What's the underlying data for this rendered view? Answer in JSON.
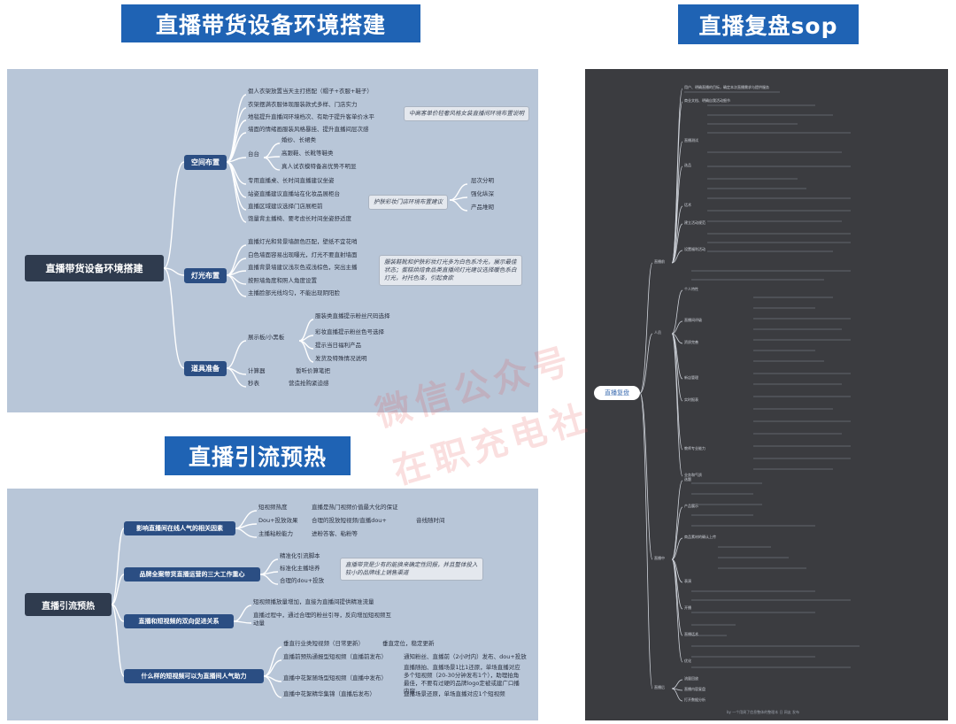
{
  "banners": {
    "setup": "直播带货设备环境搭建",
    "review": "直播复盘sop",
    "traffic": "直播引流预热"
  },
  "setup_map": {
    "root": "直播带货设备环境搭建",
    "branches": [
      {
        "label": "空间布置",
        "items": [
          "假人衣架放置当天主打搭配（帽子+衣服+鞋子）",
          "衣架摆满衣服体现服装款式多样、门店实力",
          "地毯提升直播间环境档次、有助于提升客单价水平",
          "墙面的情绪画服装风格暴挂、提升直播间层次感",
          "台台",
          "专用直播桌、长时间直播建议坐姿",
          "站姿直播建议直播站在化妆品展柜台",
          "直播区域建议选择门店展柜前",
          "饱量背主播椅、要考虑长时间坐姿舒适度"
        ],
        "sub": [
          "婚纱、长裙类",
          "高跟鞋、长靴等鞋类",
          "真人试衣模特备高优势不明显"
        ],
        "notes": [
          "中高客单价轻奢风格女装直播间环境布置说明",
          "护肤彩妆门店环境布置建议"
        ],
        "extra": [
          "层次分明",
          "强化纵深",
          "产品堆砌"
        ]
      },
      {
        "label": "灯光布置",
        "items": [
          "直播灯光和背景墙颜色匹配，壁纸不宜花哨",
          "白色墙面容易出现曝光，灯光不要直射墙面",
          "直播背景墙建议浅灰色或浅棕色，突出主播",
          "按照墙角度和照人角度设置",
          "主播脸部光线均匀，不能出现阴阳脸"
        ],
        "note": "服装鞋靴和护肤彩妆灯光多为白色系冷光，展示最佳状态；蛋糕烘焙食品类直播间灯光建议选择暖色系白灯光，衬托色泽，引起食欲"
      },
      {
        "label": "道具准备",
        "items": [
          "展示板/小黑板",
          "计算器",
          "秒表"
        ],
        "sub": [
          "服装类直播提示粉丝尺码选择",
          "彩妆直播提示粉丝色号选择",
          "提示当日福利产品",
          "发货及特殊情况说明"
        ],
        "side": [
          "暂听价算笔把",
          "营造抢购紧迫感"
        ]
      }
    ]
  },
  "traffic_map": {
    "root": "直播引流预热",
    "branches": [
      {
        "label": "影响直播间在线人气的相关因素",
        "items": [
          "短视频热度",
          "Dou+投放效果",
          "主播粘粉能力"
        ],
        "right": [
          "直播是热门视频价值最大化的保证",
          "合理的投放短视频/直播dou+",
          "进粉答客、粘粉等"
        ],
        "far": "音线随时间"
      },
      {
        "label": "品牌全案带货直播运营的三大工作重心",
        "items": [
          "精准化引流脚本",
          "标准化主播培养",
          "合理的dou+投放"
        ],
        "note": "直播带货是少有的能换来确定性回报，并且整体投入较小的品牌线上销售渠道"
      },
      {
        "label": "直播和短视频的双向促进关系",
        "items": [
          "短视频播放量增加，直接为直播间提供精准流量",
          "直播过程中，通过合理的粉丝引导，反向增加短视频互动量"
        ]
      },
      {
        "label": "什么样的短视频可以为直播间人气助力",
        "items": [
          "垂直行业类短视频（日常更新）",
          "直播前预热通报型短视频（直播前发布）",
          "直播中花絮随场型短视频（直播中发布）",
          "直播中花絮精华集锦（直播后发布）"
        ],
        "right": [
          "垂直定位，稳定更新",
          "通知粉丝、直播前（2小时内）发布、dou+投放",
          "直播随拍、直播场景1比1还原，单场直播对应多个短视频（20-30分钟发布1个），助理拍角最佳，不要有过硬的品牌logo定被或建广口播内容",
          "直播场景还原，单场直播对应1个短视频"
        ]
      }
    ]
  },
  "review_map": {
    "center": "直播复盘",
    "before": {
      "label": "直播前",
      "items": [
        "用户、明确直播的目标，确定本次直播需求与提供服务",
        "商业文档、明确自我活动细节",
        "直播测试",
        "选品",
        "话术",
        "建立活动规范",
        "设置福利活动"
      ]
    },
    "people": {
      "label": "人员",
      "items": [
        "个人特性",
        "直播间评级",
        "资质完善",
        "新店管理",
        "实时报表",
        "教师专业能力",
        "业务和气质"
      ]
    },
    "during": {
      "label": "直播中",
      "items": [
        "选题",
        "产品展示",
        "商品素材的确认上传",
        "表演",
        "开播",
        "直播话术",
        "优化"
      ]
    },
    "after": {
      "label": "直播后",
      "items": [
        "流量回放",
        "直播内容复盘",
        "打开数据分析"
      ]
    },
    "footer": "by 一个用周了信息整体的整理本 日  网友 发布"
  },
  "watermark": [
    "微信公众号",
    "在职充电社"
  ]
}
